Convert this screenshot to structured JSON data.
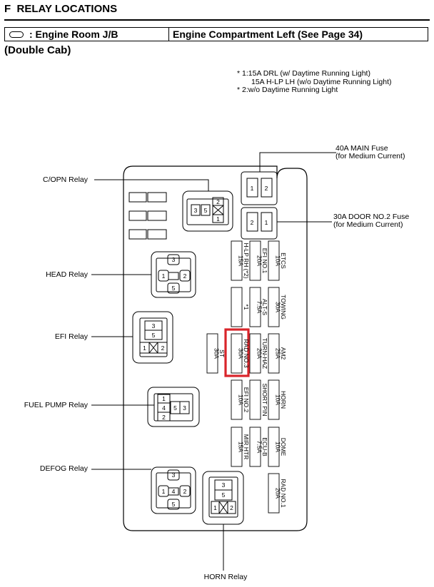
{
  "section": {
    "letter": "F",
    "title": "RELAY LOCATIONS"
  },
  "location_row": {
    "block": ": Engine Room J/B",
    "position": "Engine Compartment Left (See Page 34)"
  },
  "variant": "(Double Cab)",
  "notes": [
    {
      "mark": "* 1:",
      "text": "15A DRL (w/ Daytime Running Light)"
    },
    {
      "mark": "",
      "text": "15A H-LP LH (w/o Daytime Running Light)"
    },
    {
      "mark": "* 2:",
      "text": "w/o Daytime Running Light"
    }
  ],
  "relays": {
    "copn": "C/OPN Relay",
    "head": "HEAD Relay",
    "efi": "EFI Relay",
    "fuel_pump": "FUEL PUMP Relay",
    "defog": "DEFOG Relay",
    "horn": "HORN Relay"
  },
  "main_fuse": {
    "line1": "40A MAIN Fuse",
    "line2": "(for Medium Current)",
    "pins": [
      "1",
      "2"
    ]
  },
  "door_fuse": {
    "line1": "30A DOOR NO.2 Fuse",
    "line2": "(for Medium Current)",
    "pins": [
      "2",
      "1"
    ]
  },
  "pins": {
    "copn": [
      "3",
      "5",
      "2",
      "1"
    ],
    "head": [
      "3",
      "1",
      "2",
      "5"
    ],
    "efi": [
      "3",
      "5",
      "1",
      "2"
    ],
    "fuel_pump": [
      "1",
      "4",
      "2",
      "5",
      "3"
    ],
    "defog": [
      "3",
      "1",
      "4",
      "2",
      "5"
    ],
    "horn": [
      "3",
      "5",
      "1",
      "2"
    ]
  },
  "fuses": {
    "hlp_rh": {
      "amp": "15A",
      "name": "H-LP RH (*2)"
    },
    "efi_no1": {
      "amp": "20A",
      "name": "EFI NO.1"
    },
    "etcs": {
      "amp": "10A",
      "name": "ETCS"
    },
    "star1": {
      "amp": "",
      "name": "*1"
    },
    "alts": {
      "amp": "7.5A",
      "name": "ALT-S"
    },
    "towing": {
      "amp": "30A",
      "name": "TOWING"
    },
    "st": {
      "amp": "30A",
      "name": "ST"
    },
    "rad3": {
      "amp": "30A",
      "name": "RAD NO.3"
    },
    "turn": {
      "amp": "20A",
      "name": "TURN-HAZ"
    },
    "am2": {
      "amp": "25A",
      "name": "AM2"
    },
    "efi_no2": {
      "amp": "10A",
      "name": "EFI NO.2"
    },
    "short_pin": {
      "amp": "",
      "name": "SHORT PIN"
    },
    "horn": {
      "amp": "10A",
      "name": "HORN"
    },
    "mir_htr": {
      "amp": "15A",
      "name": "MIR HTR"
    },
    "ecu_b": {
      "amp": "7.5A",
      "name": "ECU-B"
    },
    "dome": {
      "amp": "10A",
      "name": "DOME"
    },
    "rad1": {
      "amp": "20A",
      "name": "RAD NO.1"
    }
  },
  "colors": {
    "highlight": "#d9252b",
    "line": "#000000"
  }
}
